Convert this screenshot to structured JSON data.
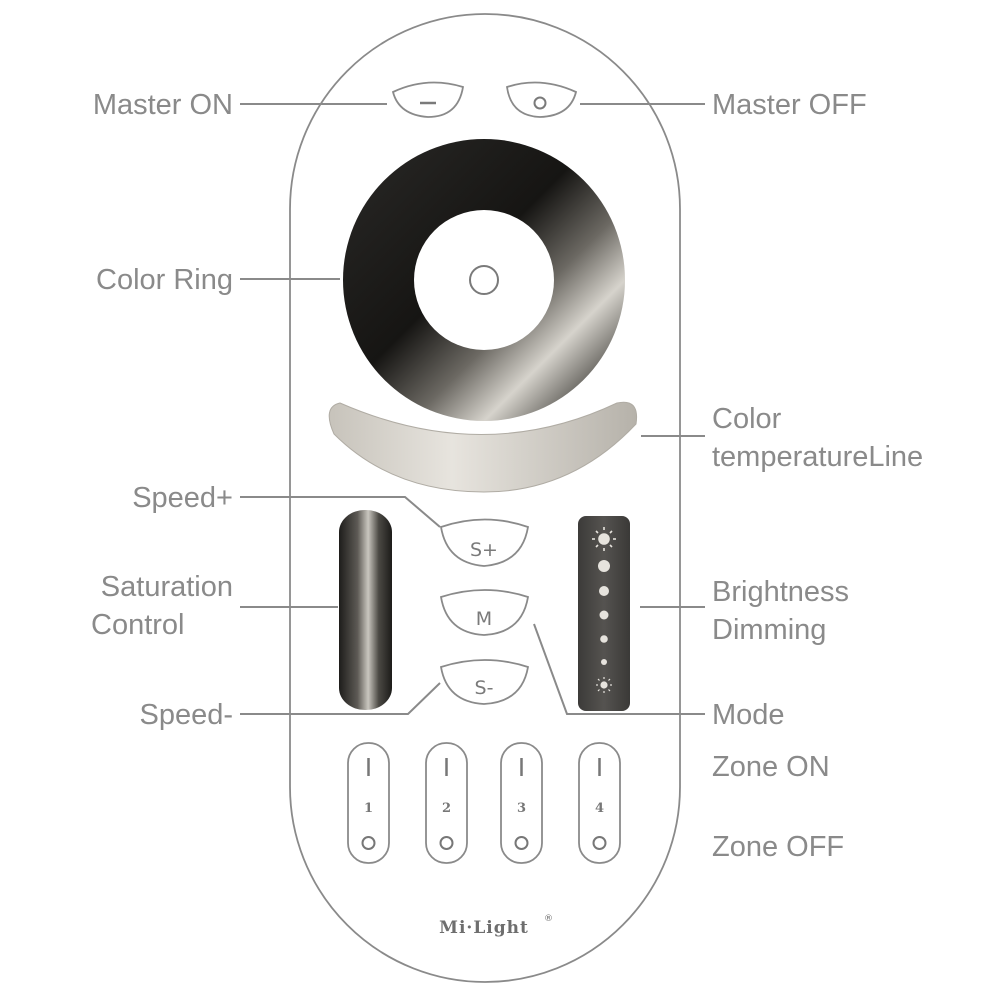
{
  "labels": {
    "master_on": "Master ON",
    "master_off": "Master OFF",
    "color_ring": "Color Ring",
    "color_temp_line1": "Color",
    "color_temp_line2": "temperatureLine",
    "speed_plus": "Speed+",
    "saturation_line1": "Saturation",
    "saturation_line2": "Control",
    "brightness_line1": "Brightness",
    "brightness_line2": "Dimming",
    "speed_minus": "Speed-",
    "mode": "Mode",
    "zone_on": "Zone ON",
    "zone_off": "Zone OFF"
  },
  "buttons": {
    "speed_plus": "S+",
    "mode": "M",
    "speed_minus": "S-"
  },
  "zones": [
    "1",
    "2",
    "3",
    "4"
  ],
  "brand": "Mi·Light",
  "brand_mark": "®",
  "colors": {
    "label_gray": "#8a8a8a",
    "ring_dark": "#1e1d1b",
    "ring_light": "#d8d5cf",
    "temperature_bar": "#c9c5bd"
  }
}
